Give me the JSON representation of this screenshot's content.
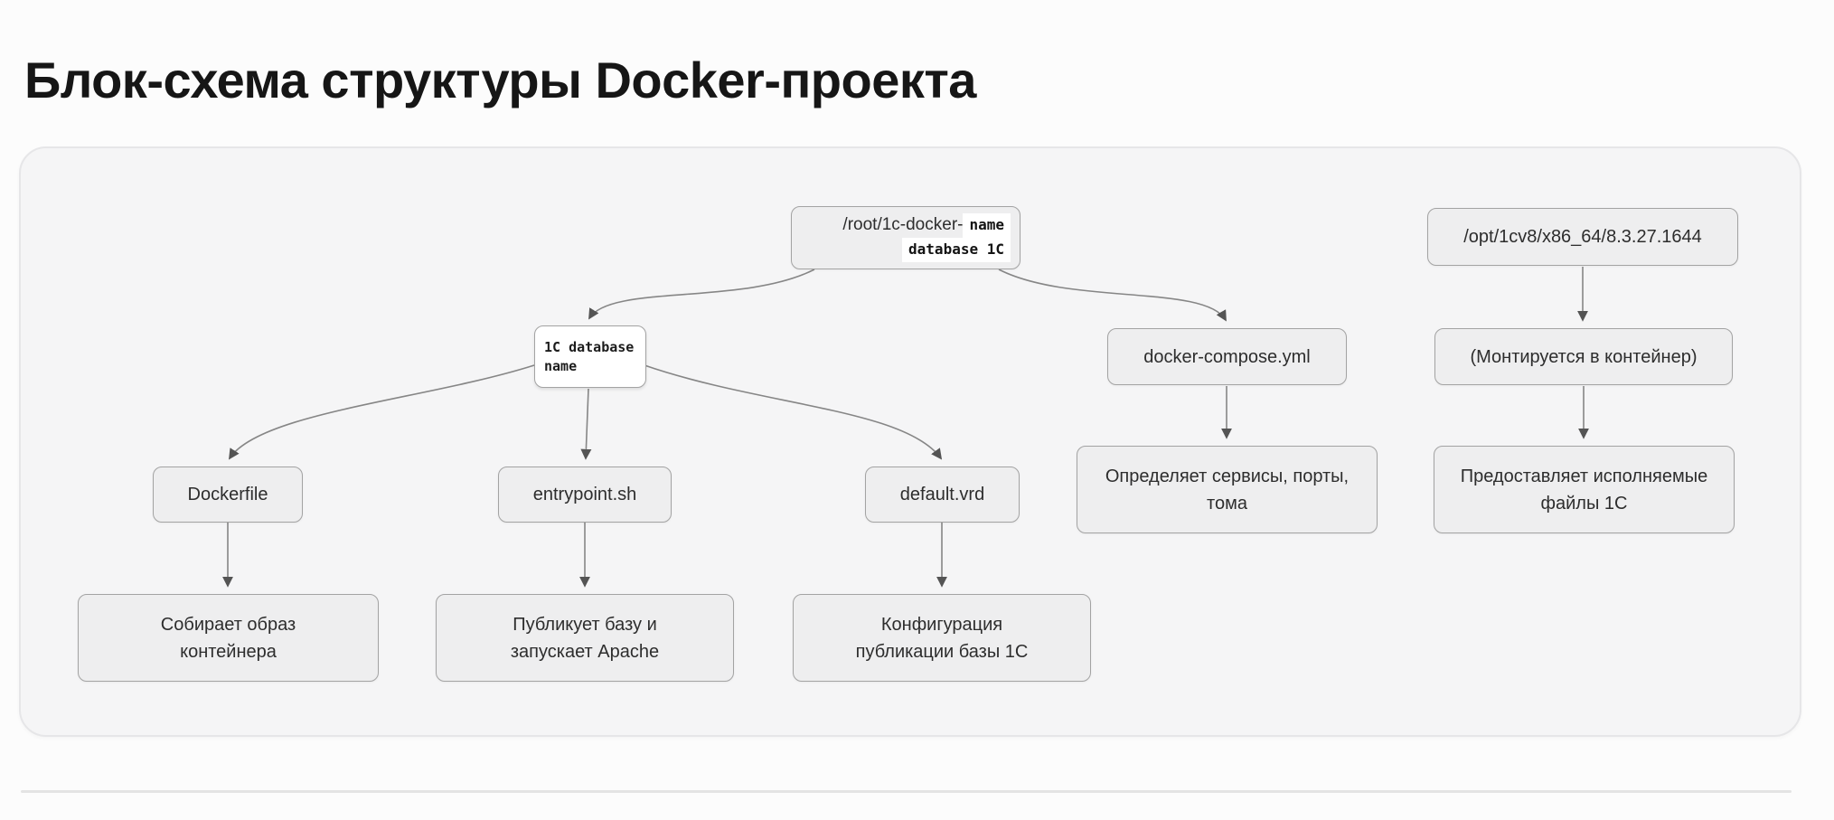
{
  "page": {
    "title": "Блок-схема структуры Docker-проекта"
  },
  "diagram": {
    "nodes": {
      "root_dir": {
        "prefix": "/root/1c-docker-",
        "code_line1": "name",
        "code_line2": "database 1C"
      },
      "opt_dir": {
        "label": "/opt/1cv8/x86_64/8.3.27.1644"
      },
      "db_name": {
        "label": "1C database name"
      },
      "compose": {
        "label": "docker-compose.yml"
      },
      "mounted": {
        "label": "(Монтируется в контейнер)"
      },
      "dockerfile": {
        "label": "Dockerfile"
      },
      "entrypoint": {
        "label": "entrypoint.sh"
      },
      "default_vrd": {
        "label": "default.vrd"
      },
      "compose_desc": {
        "label": "Определяет сервисы, порты, тома"
      },
      "opt_desc": {
        "label": "Предоставляет исполняемые файлы 1С"
      },
      "dockerfile_desc": {
        "label": "Собирает образ контейнера"
      },
      "entrypoint_desc": {
        "label": "Публикует базу и запускает Apache"
      },
      "default_vrd_desc": {
        "label": "Конфигурация публикации базы 1С"
      }
    },
    "edges": [
      {
        "from": "root_dir",
        "to": "db_name"
      },
      {
        "from": "root_dir",
        "to": "compose"
      },
      {
        "from": "opt_dir",
        "to": "mounted"
      },
      {
        "from": "db_name",
        "to": "dockerfile"
      },
      {
        "from": "db_name",
        "to": "entrypoint"
      },
      {
        "from": "db_name",
        "to": "default_vrd"
      },
      {
        "from": "compose",
        "to": "compose_desc"
      },
      {
        "from": "mounted",
        "to": "opt_desc"
      },
      {
        "from": "dockerfile",
        "to": "dockerfile_desc"
      },
      {
        "from": "entrypoint",
        "to": "entrypoint_desc"
      },
      {
        "from": "default_vrd",
        "to": "default_vrd_desc"
      }
    ],
    "colors": {
      "node_fill": "#eeeeef",
      "node_border": "#a3a3a3",
      "code_bg": "#ffffff",
      "edge": "#868686",
      "arrowhead": "#545454",
      "canvas_fill": "#f5f5f6",
      "canvas_border": "#e6e6e8",
      "page_bg": "#fcfcfc"
    }
  }
}
